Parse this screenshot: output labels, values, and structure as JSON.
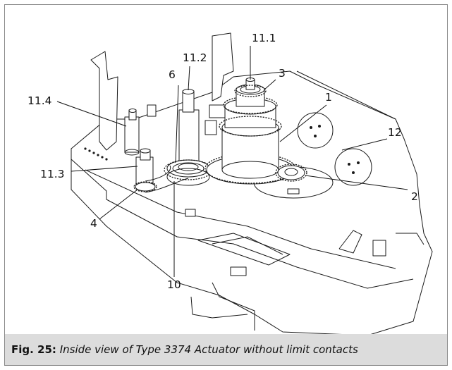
{
  "figure": {
    "caption_label": "Fig. 25:",
    "caption_text": "Inside view of Type 3374 Actuator without limit contacts"
  },
  "callouts": {
    "c_11_1": "11.1",
    "c_3": "3",
    "c_6": "6",
    "c_11_2": "11.2",
    "c_1": "1",
    "c_11_4": "11.4",
    "c_12": "12",
    "c_11_3": "11.3",
    "c_2": "2",
    "c_4": "4",
    "c_10": "10"
  }
}
